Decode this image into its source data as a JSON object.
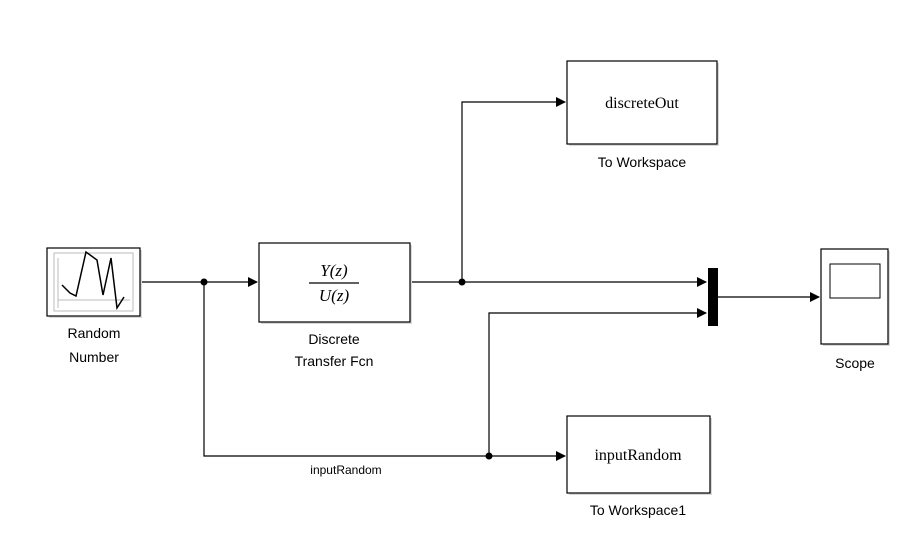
{
  "blocks": {
    "random_number": {
      "label_line1": "Random",
      "label_line2": "Number",
      "icon": "random-signal-plot-icon"
    },
    "transfer_fcn": {
      "numerator": "Y(z)",
      "denominator": "U(z)",
      "label_line1": "Discrete",
      "label_line2": "Transfer Fcn"
    },
    "discrete_out": {
      "variable": "discreteOut",
      "label": "To Workspace"
    },
    "input_random": {
      "variable": "inputRandom",
      "label": "To Workspace1"
    },
    "mux": {
      "icon": "mux-bar-icon"
    },
    "scope": {
      "label": "Scope",
      "icon": "scope-screen-icon"
    }
  },
  "signals": {
    "input_random_label": "inputRandom"
  }
}
